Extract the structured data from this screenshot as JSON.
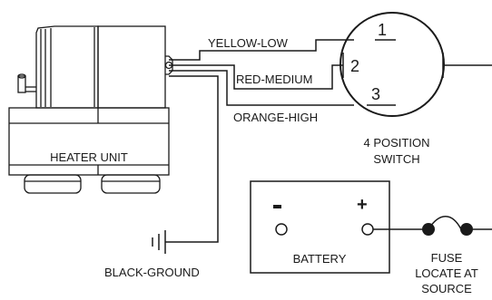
{
  "heater": {
    "label": "HEATER UNIT"
  },
  "wires": {
    "yellow": "YELLOW-LOW",
    "red": "RED-MEDIUM",
    "orange": "ORANGE-HIGH",
    "ground": "BLACK-GROUND"
  },
  "switch": {
    "pos1": "1",
    "pos2": "2",
    "pos3": "3",
    "caption_line1": "4 POSITION",
    "caption_line2": "SWITCH"
  },
  "battery": {
    "label": "BATTERY",
    "neg": "-",
    "pos": "+"
  },
  "fuse": {
    "line1": "FUSE",
    "line2": "LOCATE AT",
    "line3": "SOURCE"
  }
}
